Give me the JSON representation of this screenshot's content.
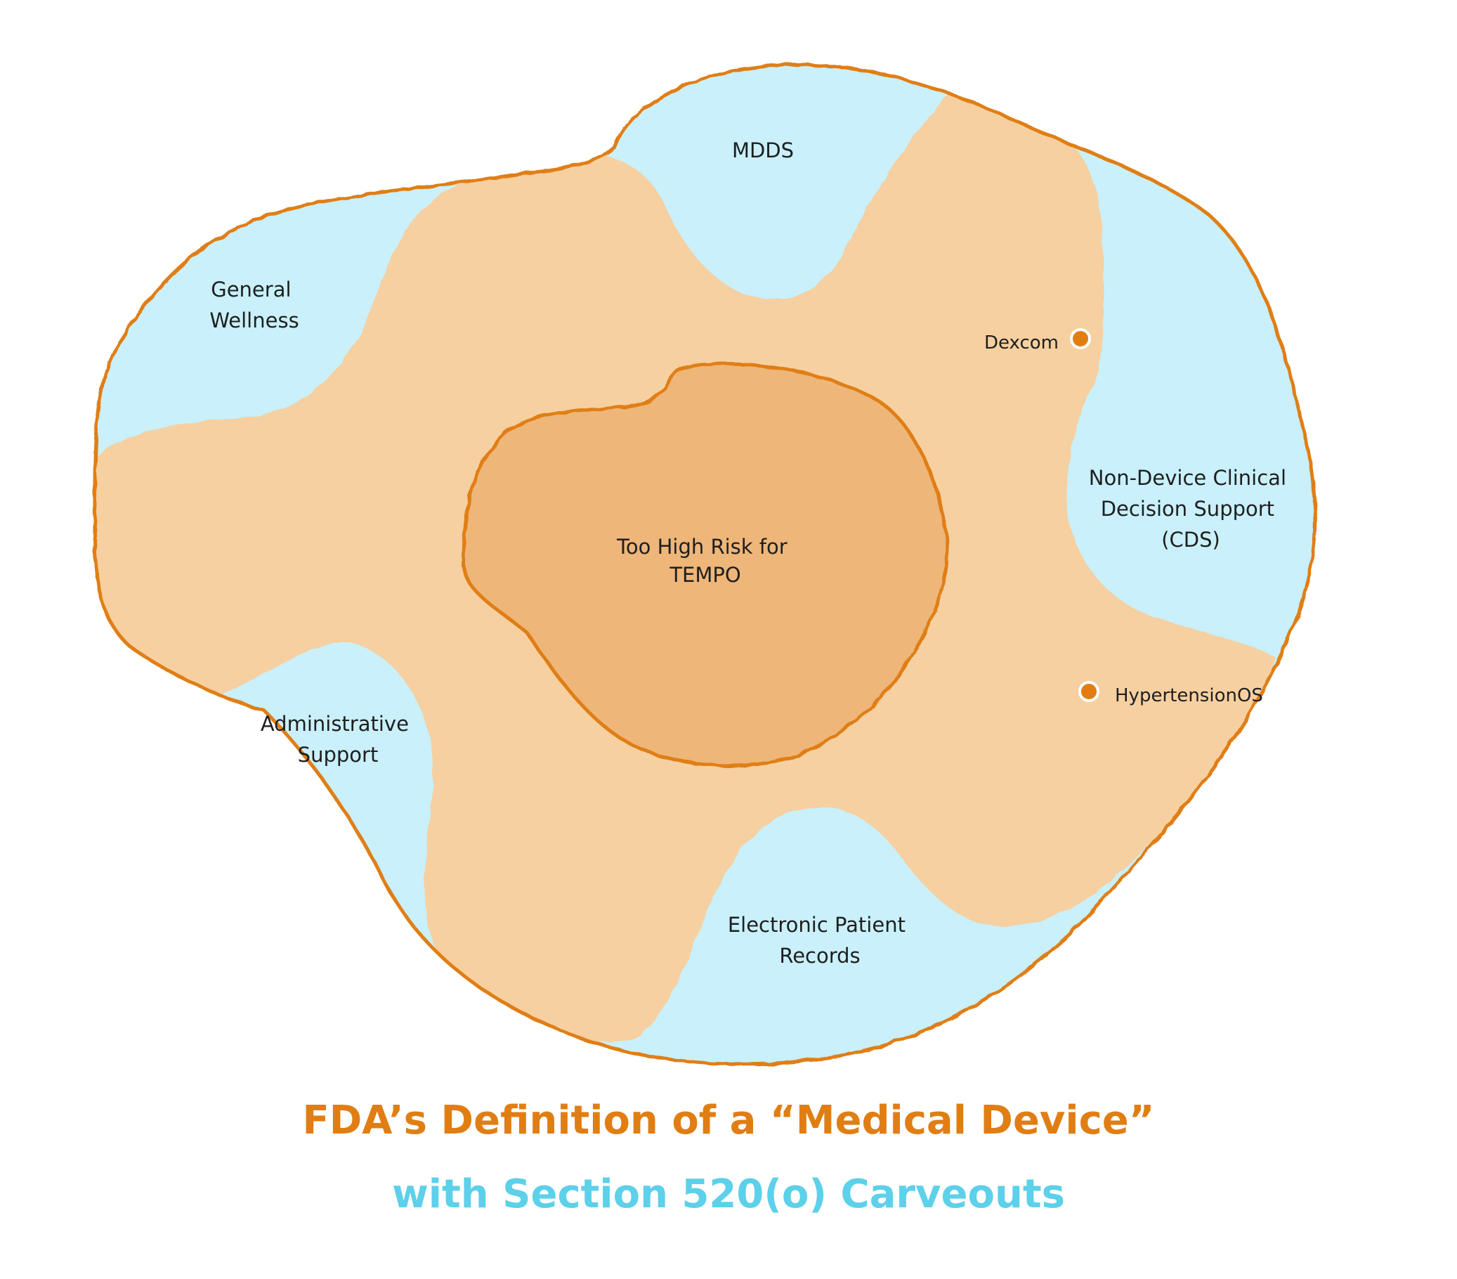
{
  "title": "FDA’s Definition of a “Medical Device”",
  "subtitle": "with Section 520(o) Carveouts",
  "colors": {
    "outline": "#e07e14",
    "carveout_fill": "#c9f0fb",
    "device_fill": "#f6d0a0",
    "high_risk_fill": "#eeb679",
    "title": "#e07e14",
    "subtitle": "#5dd0ea"
  },
  "regions": {
    "mdds": "MDDS",
    "general_wellness": [
      "General",
      "Wellness"
    ],
    "non_device_cds": [
      "Non-Device Clinical",
      "Decision Support",
      "(CDS)"
    ],
    "administrative_support": [
      "Administrative",
      "Support"
    ],
    "electronic_patient_records": [
      "Electronic Patient",
      "Records"
    ],
    "too_high_risk": [
      "Too High Risk for",
      "TEMPO"
    ]
  },
  "points": {
    "dexcom": "Dexcom",
    "hypertensionos": "HypertensionOS"
  }
}
